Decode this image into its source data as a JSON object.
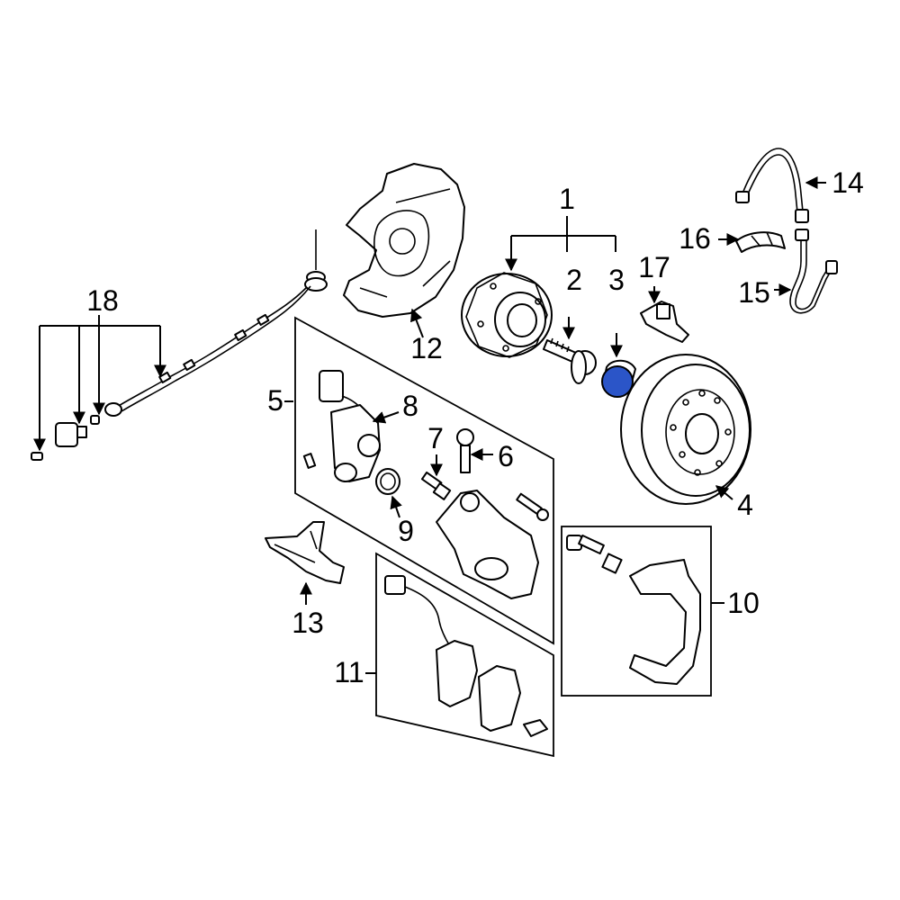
{
  "colors": {
    "line": "#000000",
    "background": "#ffffff",
    "highlight": "#2b55c8"
  },
  "highlighted_part": "3",
  "callouts": [
    {
      "id": "c1",
      "number": "1"
    },
    {
      "id": "c2",
      "number": "2"
    },
    {
      "id": "c3",
      "number": "3"
    },
    {
      "id": "c4",
      "number": "4"
    },
    {
      "id": "c5",
      "number": "5"
    },
    {
      "id": "c6",
      "number": "6"
    },
    {
      "id": "c7",
      "number": "7"
    },
    {
      "id": "c8",
      "number": "8"
    },
    {
      "id": "c9",
      "number": "9"
    },
    {
      "id": "c10",
      "number": "10"
    },
    {
      "id": "c11",
      "number": "11"
    },
    {
      "id": "c12",
      "number": "12"
    },
    {
      "id": "c13",
      "number": "13"
    },
    {
      "id": "c14",
      "number": "14"
    },
    {
      "id": "c15",
      "number": "15"
    },
    {
      "id": "c16",
      "number": "16"
    },
    {
      "id": "c17",
      "number": "17"
    },
    {
      "id": "c18",
      "number": "18"
    }
  ]
}
